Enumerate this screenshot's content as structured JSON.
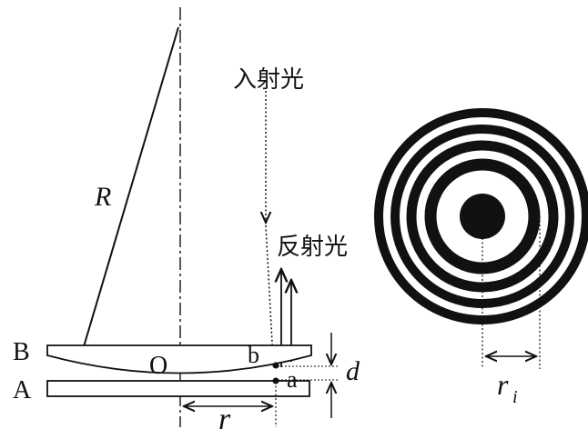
{
  "labels": {
    "incident_light": "入射光",
    "reflected_light": "反射光",
    "radius_R": "R",
    "plate_B": "B",
    "plate_A": "A",
    "point_O": "O",
    "point_b": "b",
    "point_a": "a",
    "gap_d": "d",
    "distance_r": "r",
    "ring_radius_r": "r",
    "ring_radius_sub": "i"
  },
  "colors": {
    "ink": "#111111",
    "background": "#ffffff"
  }
}
